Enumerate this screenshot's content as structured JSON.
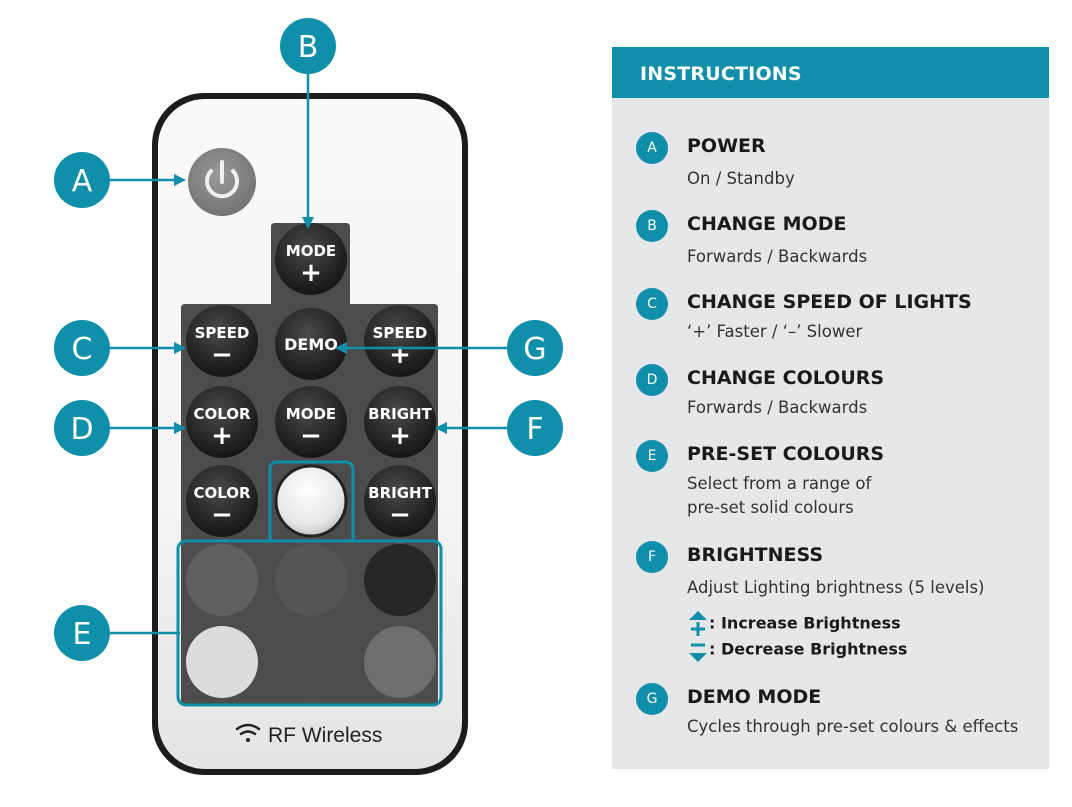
{
  "remote": {
    "buttons": {
      "mode_plus": [
        "MODE",
        "+"
      ],
      "speed_minus": [
        "SPEED",
        "−"
      ],
      "demo": [
        "DEMO"
      ],
      "speed_plus": [
        "SPEED",
        "+"
      ],
      "color_plus": [
        "COLOR",
        "+"
      ],
      "mode_minus": [
        "MODE",
        "−"
      ],
      "bright_plus": [
        "BRIGHT",
        "+"
      ],
      "color_minus": [
        "COLOR",
        "−"
      ],
      "bright_minus": [
        "BRIGHT",
        "−"
      ]
    },
    "rf_label": "RF Wireless",
    "icons": {
      "power": "power-icon",
      "wifi": "wifi-icon"
    },
    "colors": {
      "accent": "#0f8fa9",
      "keypad": "#4a4a4a",
      "button": "#2b2b2b"
    }
  },
  "callouts": {
    "A": "A",
    "B": "B",
    "C": "C",
    "D": "D",
    "E": "E",
    "F": "F",
    "G": "G"
  },
  "instructions": {
    "header": "INSTRUCTIONS",
    "items": [
      {
        "letter": "A",
        "title": "POWER",
        "desc": [
          "On / Standby"
        ]
      },
      {
        "letter": "B",
        "title": "CHANGE MODE",
        "desc": [
          "Forwards / Backwards"
        ]
      },
      {
        "letter": "C",
        "title": "CHANGE SPEED OF LIGHTS",
        "desc": [
          "‘+’ Faster / ‘–’ Slower"
        ]
      },
      {
        "letter": "D",
        "title": "CHANGE COLOURS",
        "desc": [
          "Forwards / Backwards"
        ]
      },
      {
        "letter": "E",
        "title": "PRE-SET COLOURS",
        "desc": [
          "Select from a range of",
          "pre-set solid colours"
        ]
      },
      {
        "letter": "F",
        "title": "BRIGHTNESS",
        "desc": [
          "Adjust Lighting brightness (5 levels)"
        ]
      },
      {
        "letter": "G",
        "title": "DEMO MODE",
        "desc": [
          "Cycles through pre-set colours & effects"
        ]
      }
    ],
    "brightness": {
      "increase": ": Increase Brightness",
      "decrease": ": Decrease Brightness"
    }
  }
}
